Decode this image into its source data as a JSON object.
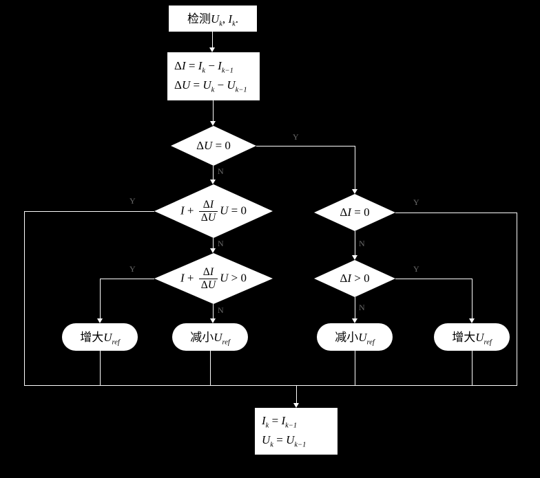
{
  "canvas": {
    "background_color": "#000000",
    "shape_fill_color": "#ffffff",
    "shape_text_color": "#000000",
    "connector_color": "#ffffff",
    "edge_label_color": "#6a6a6a"
  },
  "nodes": {
    "detect": [
      {
        "t": "检测"
      },
      {
        "t": "U",
        "it": true
      },
      {
        "t": "k",
        "sub": true,
        "it": true
      },
      {
        "t": ", "
      },
      {
        "t": "I",
        "it": true
      },
      {
        "t": "k",
        "sub": true,
        "it": true
      },
      {
        "t": "."
      }
    ],
    "calc_line1": [
      {
        "t": "Δ"
      },
      {
        "t": "I",
        "it": true
      },
      {
        "t": " = "
      },
      {
        "t": "I",
        "it": true
      },
      {
        "t": "k",
        "sub": true,
        "it": true
      },
      {
        "t": " − "
      },
      {
        "t": "I",
        "it": true
      },
      {
        "t": "k−1",
        "sub": true,
        "it": true
      }
    ],
    "calc_line2": [
      {
        "t": "Δ"
      },
      {
        "t": "U",
        "it": true
      },
      {
        "t": " = "
      },
      {
        "t": "U",
        "it": true
      },
      {
        "t": "k",
        "sub": true,
        "it": true
      },
      {
        "t": " − "
      },
      {
        "t": "U",
        "it": true
      },
      {
        "t": "k−1",
        "sub": true,
        "it": true
      }
    ],
    "du_zero": [
      {
        "t": "Δ"
      },
      {
        "t": "U",
        "it": true
      },
      {
        "t": " = 0"
      }
    ],
    "conductance_zero": [
      {
        "t": "I",
        "it": true
      },
      {
        "t": " + "
      },
      {
        "frac": {
          "num": [
            {
              "t": "Δ"
            },
            {
              "t": "I",
              "it": true
            }
          ],
          "den": [
            {
              "t": "Δ"
            },
            {
              "t": "U",
              "it": true
            }
          ]
        }
      },
      {
        "t": "U",
        "it": true
      },
      {
        "t": " = 0"
      }
    ],
    "di_zero": [
      {
        "t": "Δ"
      },
      {
        "t": "I",
        "it": true
      },
      {
        "t": " = 0"
      }
    ],
    "conductance_pos": [
      {
        "t": "I",
        "it": true
      },
      {
        "t": " + "
      },
      {
        "frac": {
          "num": [
            {
              "t": "Δ"
            },
            {
              "t": "I",
              "it": true
            }
          ],
          "den": [
            {
              "t": "Δ"
            },
            {
              "t": "U",
              "it": true
            }
          ]
        }
      },
      {
        "t": "U",
        "it": true
      },
      {
        "t": " > 0"
      }
    ],
    "di_pos": [
      {
        "t": "Δ"
      },
      {
        "t": "I",
        "it": true
      },
      {
        "t": " > 0"
      }
    ],
    "increase": [
      {
        "t": "增大"
      },
      {
        "t": "U",
        "it": true
      },
      {
        "t": "ref",
        "sub": true,
        "it": true
      }
    ],
    "decrease": [
      {
        "t": "减小"
      },
      {
        "t": "U",
        "it": true
      },
      {
        "t": "ref",
        "sub": true,
        "it": true
      }
    ],
    "update_line1": [
      {
        "t": "I",
        "it": true
      },
      {
        "t": "k",
        "sub": true,
        "it": true
      },
      {
        "t": " = "
      },
      {
        "t": "I",
        "it": true
      },
      {
        "t": "k−1",
        "sub": true,
        "it": true
      }
    ],
    "update_line2": [
      {
        "t": "U",
        "it": true
      },
      {
        "t": "k",
        "sub": true,
        "it": true
      },
      {
        "t": " = "
      },
      {
        "t": "U",
        "it": true
      },
      {
        "t": "k−1",
        "sub": true,
        "it": true
      }
    ]
  },
  "edge_labels": {
    "du_right": "Y",
    "du_down": "N",
    "cond_zero_left": "Y",
    "cond_zero_down": "N",
    "di_zero_right": "Y",
    "di_zero_down": "N",
    "cond_pos_left": "Y",
    "cond_pos_down": "N",
    "di_pos_right": "Y",
    "di_pos_down": "N"
  }
}
